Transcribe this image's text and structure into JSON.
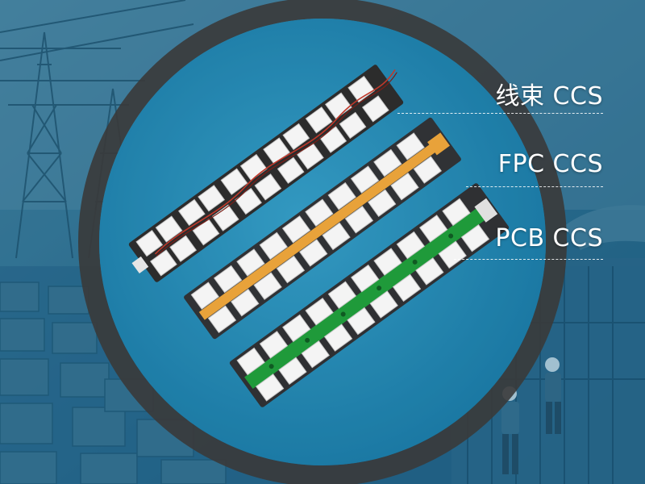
{
  "labels": [
    {
      "text": "线束 CCS"
    },
    {
      "text": "FPC CCS"
    },
    {
      "text": "PCB CCS"
    }
  ],
  "colors": {
    "overlay": "#1e6f97",
    "circle_fill": "#2a8fbb",
    "ring": "#3a3a3a",
    "harness_plate": "#2c2c2c",
    "fpc_strip": "#e8a23a",
    "pcb_strip": "#1f9a3a",
    "bar_white": "#f4f4f4",
    "wire_red": "#c0392b",
    "label_text": "#ffffff"
  }
}
